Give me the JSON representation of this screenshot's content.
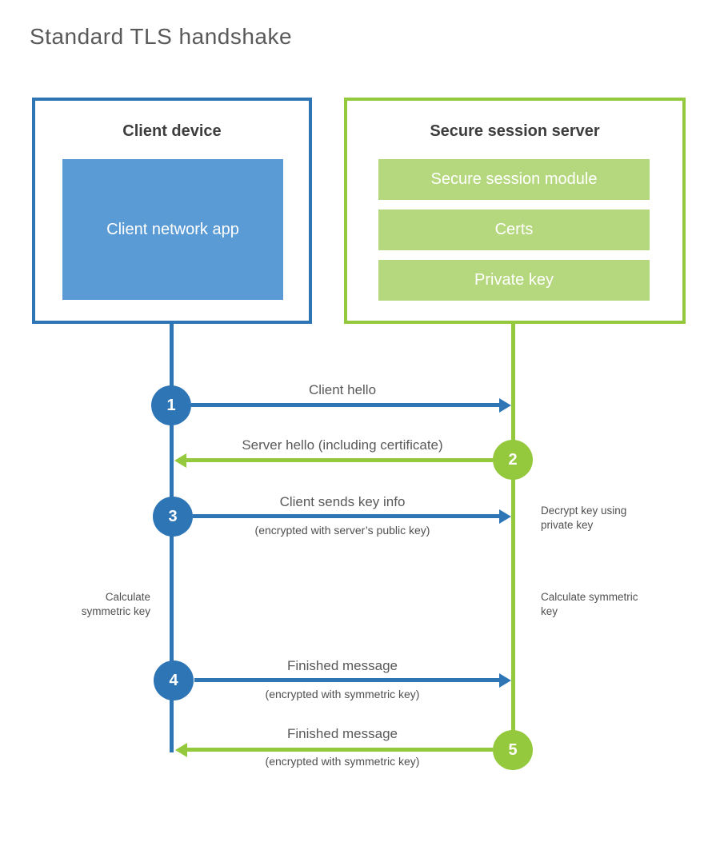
{
  "title": "Standard TLS handshake",
  "colors": {
    "blue_line": "#2e75b6",
    "blue_fill": "#5b9bd5",
    "green_line": "#94c83d",
    "green_fill": "#b5d77d",
    "heading_text": "#3d3d3d",
    "label_text": "#595959"
  },
  "client": {
    "title": "Client device",
    "app_label": "Client network app"
  },
  "server": {
    "title": "Secure session server",
    "modules": [
      "Secure session module",
      "Certs",
      "Private key"
    ]
  },
  "steps": [
    {
      "num": "1",
      "label": "Client hello"
    },
    {
      "num": "2",
      "label": "Server hello (including certificate)"
    },
    {
      "num": "3",
      "label": "Client sends key info",
      "sub": "(encrypted with server’s public key)"
    },
    {
      "num": "4",
      "label": "Finished message",
      "sub": "(encrypted with symmetric key)"
    },
    {
      "num": "5",
      "label": "Finished message",
      "sub": "(encrypted with symmetric key)"
    }
  ],
  "notes": {
    "decrypt": "Decrypt key using private key",
    "calc_left": "Calculate symmetric key",
    "calc_right": "Calculate symmetric key"
  }
}
